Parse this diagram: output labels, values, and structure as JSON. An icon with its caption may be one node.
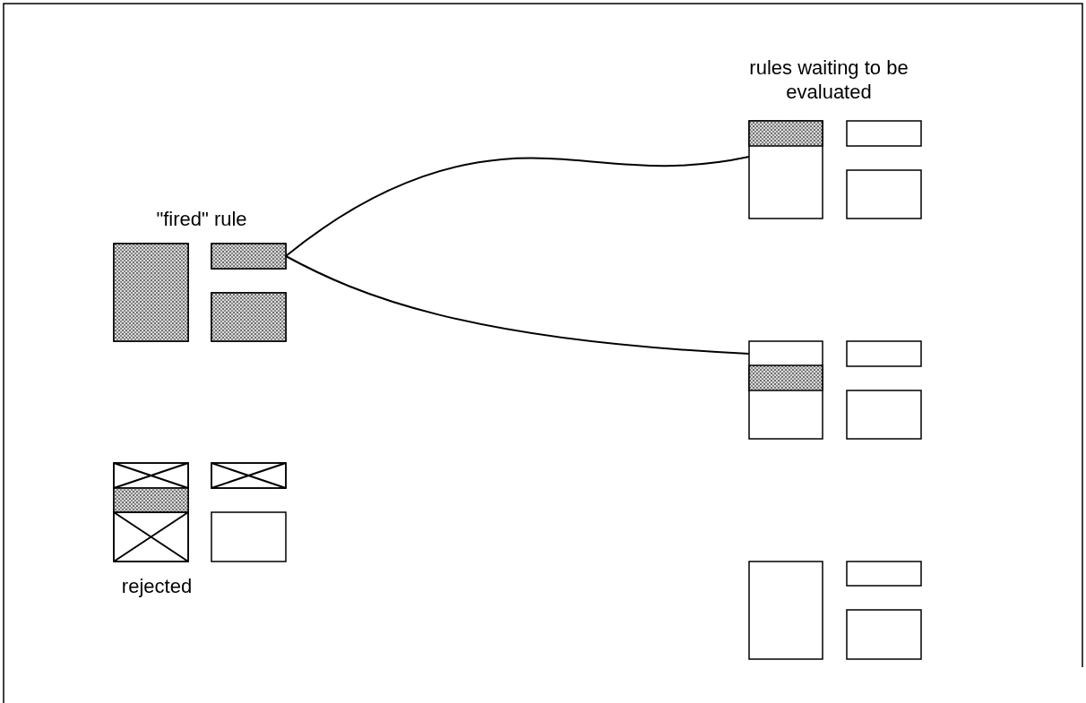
{
  "diagram": {
    "nodes": [
      {
        "text": [],
        "shape": "box"
      },
      {
        "text": [],
        "shape": "box"
      },
      {
        "text": [],
        "shape": "box"
      },
      {
        "text": [],
        "shape": "box"
      },
      {
        "text": [],
        "shape": "box"
      },
      {
        "text": [],
        "shape": "box"
      },
      {
        "text": [],
        "shape": "box"
      },
      {
        "text": [],
        "shape": "box"
      },
      {
        "text": [],
        "shape": "box"
      },
      {
        "text": [],
        "shape": "box"
      },
      {
        "text": [],
        "shape": "box"
      },
      {
        "text": [],
        "shape": "box"
      },
      {
        "text": [],
        "shape": "box"
      },
      {
        "text": [],
        "shape": "box"
      },
      {
        "text": [],
        "shape": "box"
      }
    ],
    "edges": [
      {
        "from": 1,
        "to": 3,
        "arrow": "none"
      },
      {
        "from": 1,
        "to": 6,
        "arrow": "none"
      }
    ],
    "labels": [
      "rules waiting to be evaluated",
      "\"fired\" rule",
      "rejected"
    ]
  }
}
